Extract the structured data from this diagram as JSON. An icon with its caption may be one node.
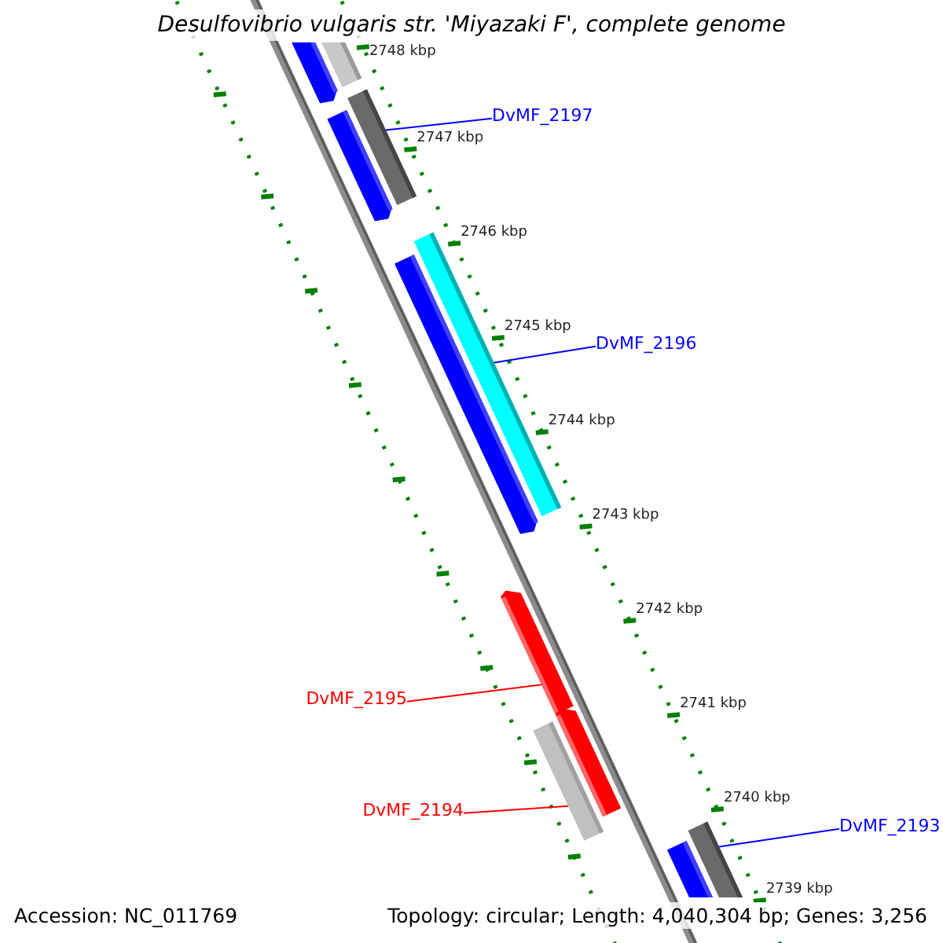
{
  "diagram": {
    "title": "Desulfovibrio vulgaris str. 'Miyazaki F', complete genome",
    "nodes": [
      {
        "text": [],
        "shape": "bar"
      },
      {
        "text": [],
        "shape": "bar"
      },
      {
        "text": [],
        "shape": "bar"
      },
      {
        "text": [],
        "shape": "bar"
      },
      {
        "text": [
          "DvMF_2197"
        ]
      },
      {
        "text": [],
        "shape": "bar"
      },
      {
        "text": [],
        "shape": "bar"
      },
      {
        "text": [
          "DvMF_2196"
        ]
      },
      {
        "text": [],
        "shape": "bar"
      },
      {
        "text": [
          "DvMF_2195"
        ]
      },
      {
        "text": [],
        "shape": "bar"
      },
      {
        "text": [],
        "shape": "bar"
      },
      {
        "text": [
          "DvMF_2194"
        ]
      },
      {
        "text": [],
        "shape": "bar"
      },
      {
        "text": [],
        "shape": "bar"
      },
      {
        "text": [
          "DvMF_2193"
        ]
      }
    ],
    "edges": [
      {
        "from": 4,
        "to": 3,
        "arrow": "none"
      },
      {
        "from": 7,
        "to": 6,
        "arrow": "none"
      },
      {
        "from": 9,
        "to": 8,
        "arrow": "none",
        "color": "#ff0000"
      },
      {
        "from": 12,
        "to": 10,
        "arrow": "none",
        "color": "#ff0000"
      },
      {
        "from": 15,
        "to": 14,
        "arrow": "none"
      }
    ],
    "labels": [
      "2748 kbp",
      "2747 kbp",
      "2746 kbp",
      "2745 kbp",
      "2744 kbp",
      "2743 kbp",
      "2742 kbp",
      "2741 kbp",
      "2740 kbp",
      "2739 kbp",
      "Accession: NC_011769",
      "Topology: circular; Length: 4,040,304 bp; Genes: 3,256"
    ]
  }
}
